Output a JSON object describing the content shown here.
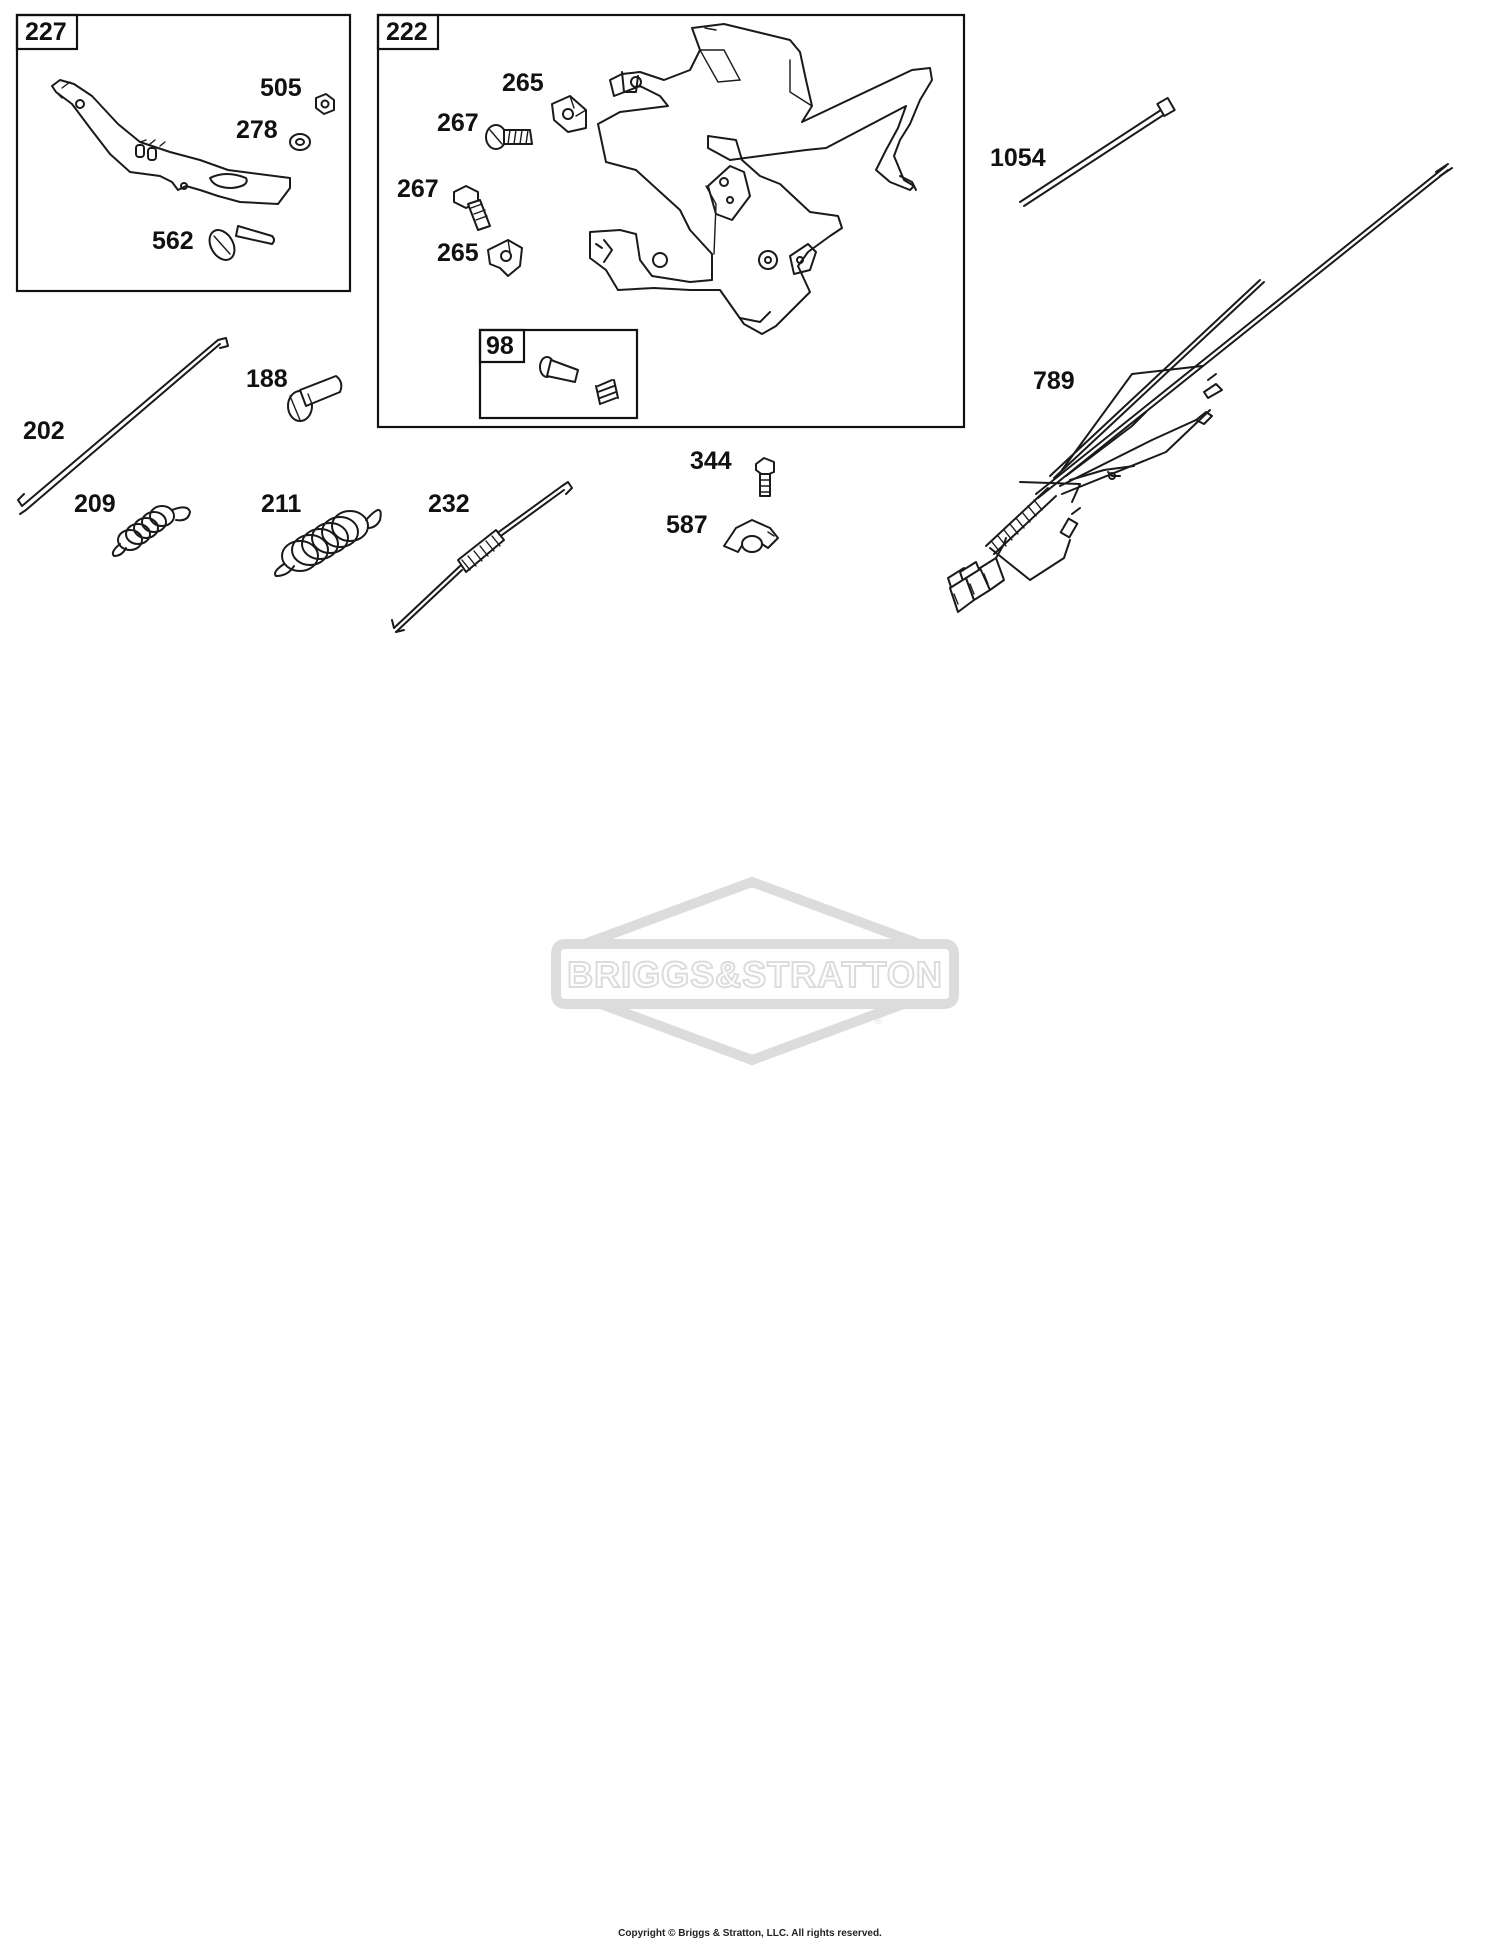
{
  "kits": [
    {
      "id": "kit-227",
      "label": "227"
    },
    {
      "id": "kit-222",
      "label": "222"
    },
    {
      "id": "kit-98",
      "label": "98"
    }
  ],
  "callouts": {
    "p505": "505",
    "p278": "278",
    "p562": "562",
    "p265a": "265",
    "p267a": "267",
    "p267b": "267",
    "p265b": "265",
    "p1054": "1054",
    "p789": "789",
    "p202": "202",
    "p188": "188",
    "p209": "209",
    "p211": "211",
    "p232": "232",
    "p344": "344",
    "p587": "587"
  },
  "watermark": {
    "brand": "BRIGGS&STRATTON",
    "registered": "®"
  },
  "footer": {
    "copyright": "Copyright © Briggs & Stratton, LLC. All rights reserved."
  },
  "colors": {
    "line": "#1a1a1a",
    "watermark": "#dcdcdc",
    "background": "#ffffff"
  }
}
